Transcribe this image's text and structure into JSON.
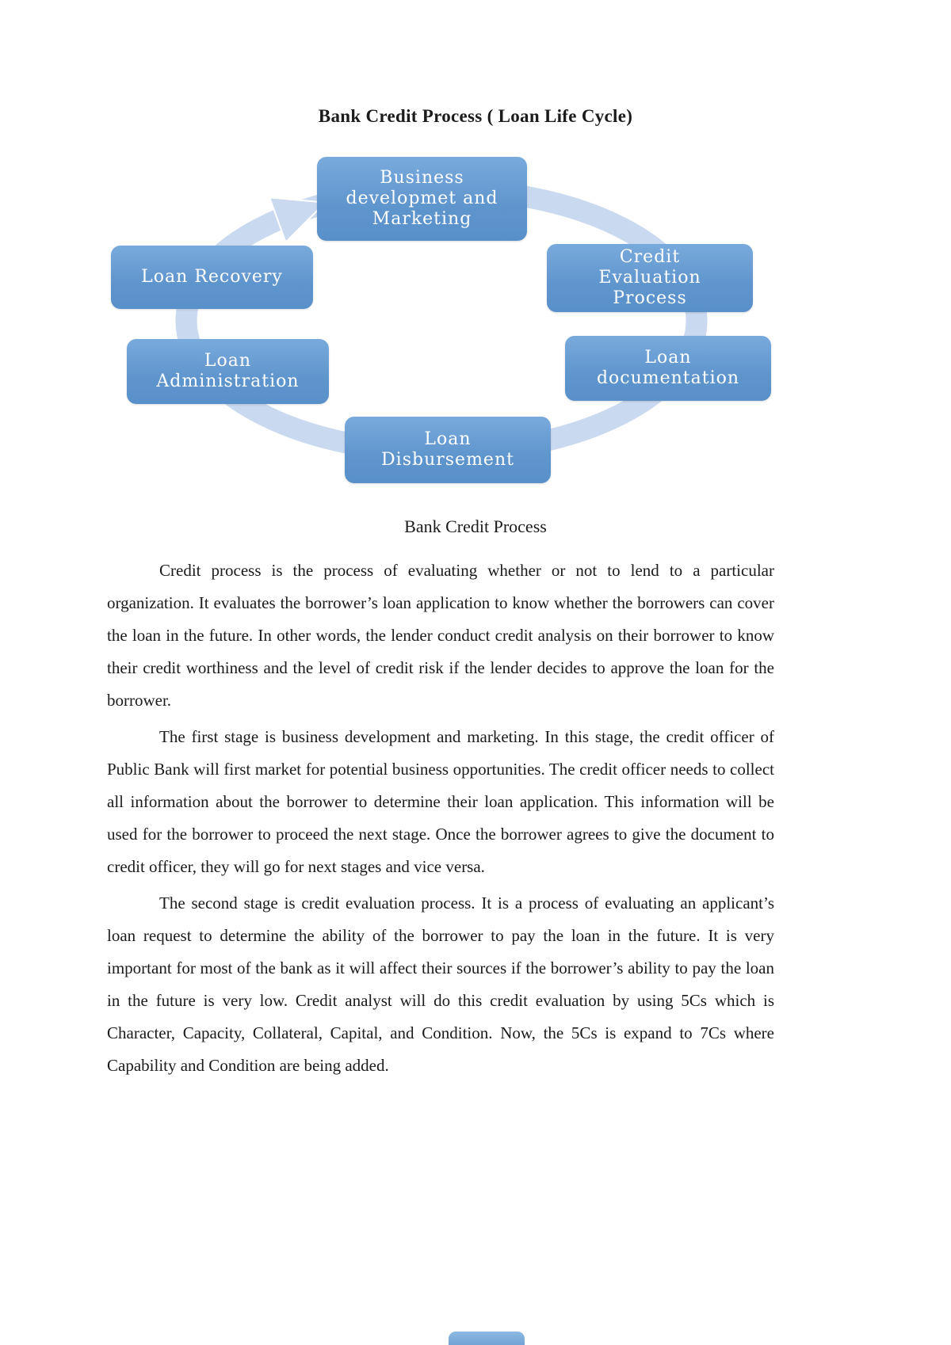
{
  "document": {
    "title": "Bank Credit Process ( Loan Life Cycle)",
    "diagram_caption": "Bank Credit Process"
  },
  "diagram": {
    "node_color": "#5f95cd",
    "arrow_color": "#c9d9ef",
    "nodes": {
      "business": {
        "label": "Business\ndevelopmet and\nMarketing"
      },
      "credit_evaluation": {
        "label": "Credit\nEvaluation\nProcess"
      },
      "loan_documentation": {
        "label": "Loan\ndocumentation"
      },
      "loan_disbursement": {
        "label": "Loan\nDisbursement"
      },
      "loan_administration": {
        "label": "Loan\nAdministration"
      },
      "loan_recovery": {
        "label": "Loan Recovery"
      }
    }
  },
  "body": {
    "paragraphs": [
      "Credit process is the process of evaluating whether or not to lend to a particular organization. It evaluates the borrower’s loan application to know whether the borrowers can cover the loan in the future. In other words, the lender conduct credit analysis on their borrower to know their credit worthiness and the level of credit risk if the lender decides to approve the loan for the borrower.",
      "The first stage is business development and marketing. In this stage, the credit officer of Public Bank will first market for potential business opportunities. The credit officer needs to collect all information about the borrower to determine their loan application. This information will be used for the borrower to proceed the next stage. Once the borrower agrees to give the document to credit officer, they will go for next stages and vice versa.",
      "The second stage is credit evaluation process. It is a process of evaluating an applicant’s loan request to determine the ability of the borrower to pay the loan in the future. It is very important for most of the bank as it will affect their sources if the borrower’s ability to pay the loan in the future is very low. Credit analyst will do this credit evaluation by using 5Cs which is Character, Capacity, Collateral, Capital, and Condition. Now, the 5Cs is expand to 7Cs where Capability and Condition are being added."
    ]
  }
}
